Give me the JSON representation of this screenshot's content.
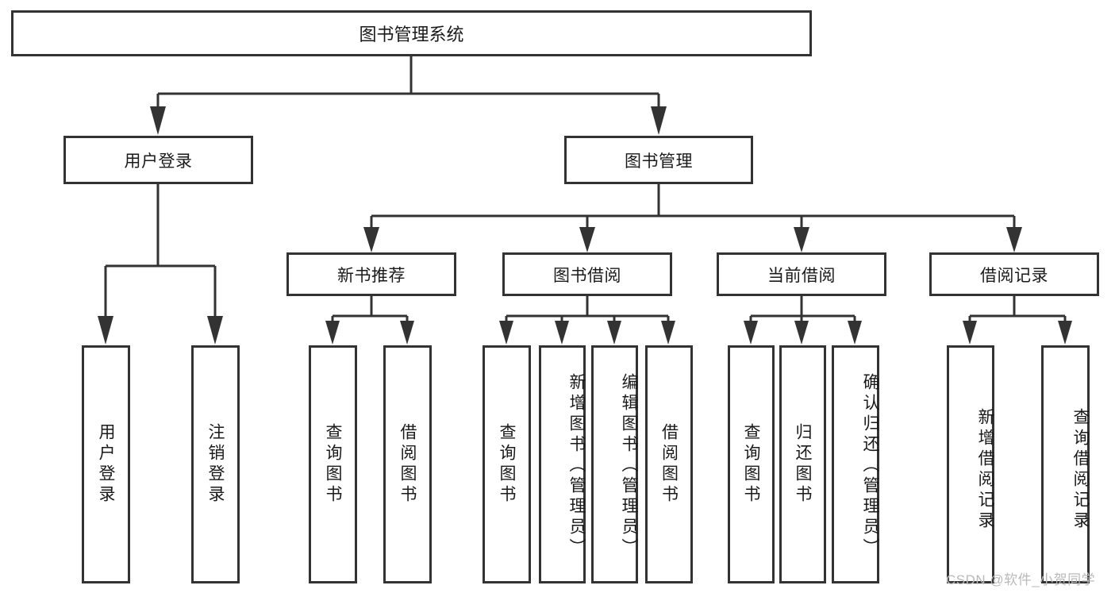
{
  "diagram": {
    "kind": "tree-structure-chart",
    "colors": {
      "box_stroke": "#333333",
      "box_fill": "#ffffff",
      "connector": "#333333",
      "text": "#1a1a1a",
      "watermark": "#b9b9b9",
      "background": "#ffffff"
    },
    "root": {
      "label": "图书管理系统"
    },
    "level2": [
      {
        "label": "用户登录"
      },
      {
        "label": "图书管理"
      }
    ],
    "level3": [
      {
        "label": "新书推荐"
      },
      {
        "label": "图书借阅"
      },
      {
        "label": "当前借阅"
      },
      {
        "label": "借阅记录"
      }
    ],
    "leaves": {
      "user_login": [
        {
          "label": "用户登录"
        },
        {
          "label": "注销登录"
        }
      ],
      "new_book_recommend": [
        {
          "label": "查询图书"
        },
        {
          "label": "借阅图书"
        }
      ],
      "book_borrow": [
        {
          "label": "查询图书"
        },
        {
          "label": "新增图书（管理员）"
        },
        {
          "label": "编辑图书（管理员）"
        },
        {
          "label": "借阅图书"
        }
      ],
      "current_borrow": [
        {
          "label": "查询图书"
        },
        {
          "label": "归还图书"
        },
        {
          "label": "确认归还（管理员）"
        }
      ],
      "borrow_record": [
        {
          "label": "新增借阅记录"
        },
        {
          "label": "查询借阅记录"
        }
      ]
    }
  },
  "watermark": {
    "text": "CSDN @软件_小贺同学"
  }
}
